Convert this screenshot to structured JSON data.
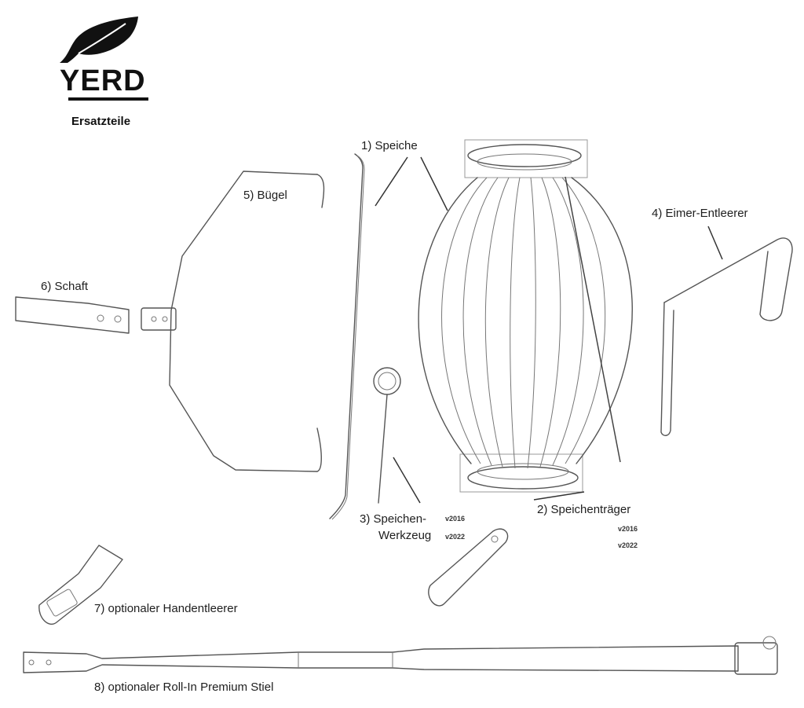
{
  "brand": {
    "name": "YERD",
    "subtitle": "Ersatzteile"
  },
  "parts": {
    "p1": "1) Speiche",
    "p2": "2) Speichenträger",
    "p3a": "3) Speichen-",
    "p3b": "Werkzeug",
    "p4": "4) Eimer-Entleerer",
    "p5": "5)  Bügel",
    "p6": "6) Schaft",
    "p7": "7)  optionaler Handentleerer",
    "p8": "8)  optionaler Roll-In Premium Stiel"
  },
  "versions": {
    "tool_a": "v2016",
    "tool_b": "v2022",
    "carrier_a": "v2016",
    "carrier_b": "v2022"
  },
  "icons": [
    "leaf-icon"
  ]
}
